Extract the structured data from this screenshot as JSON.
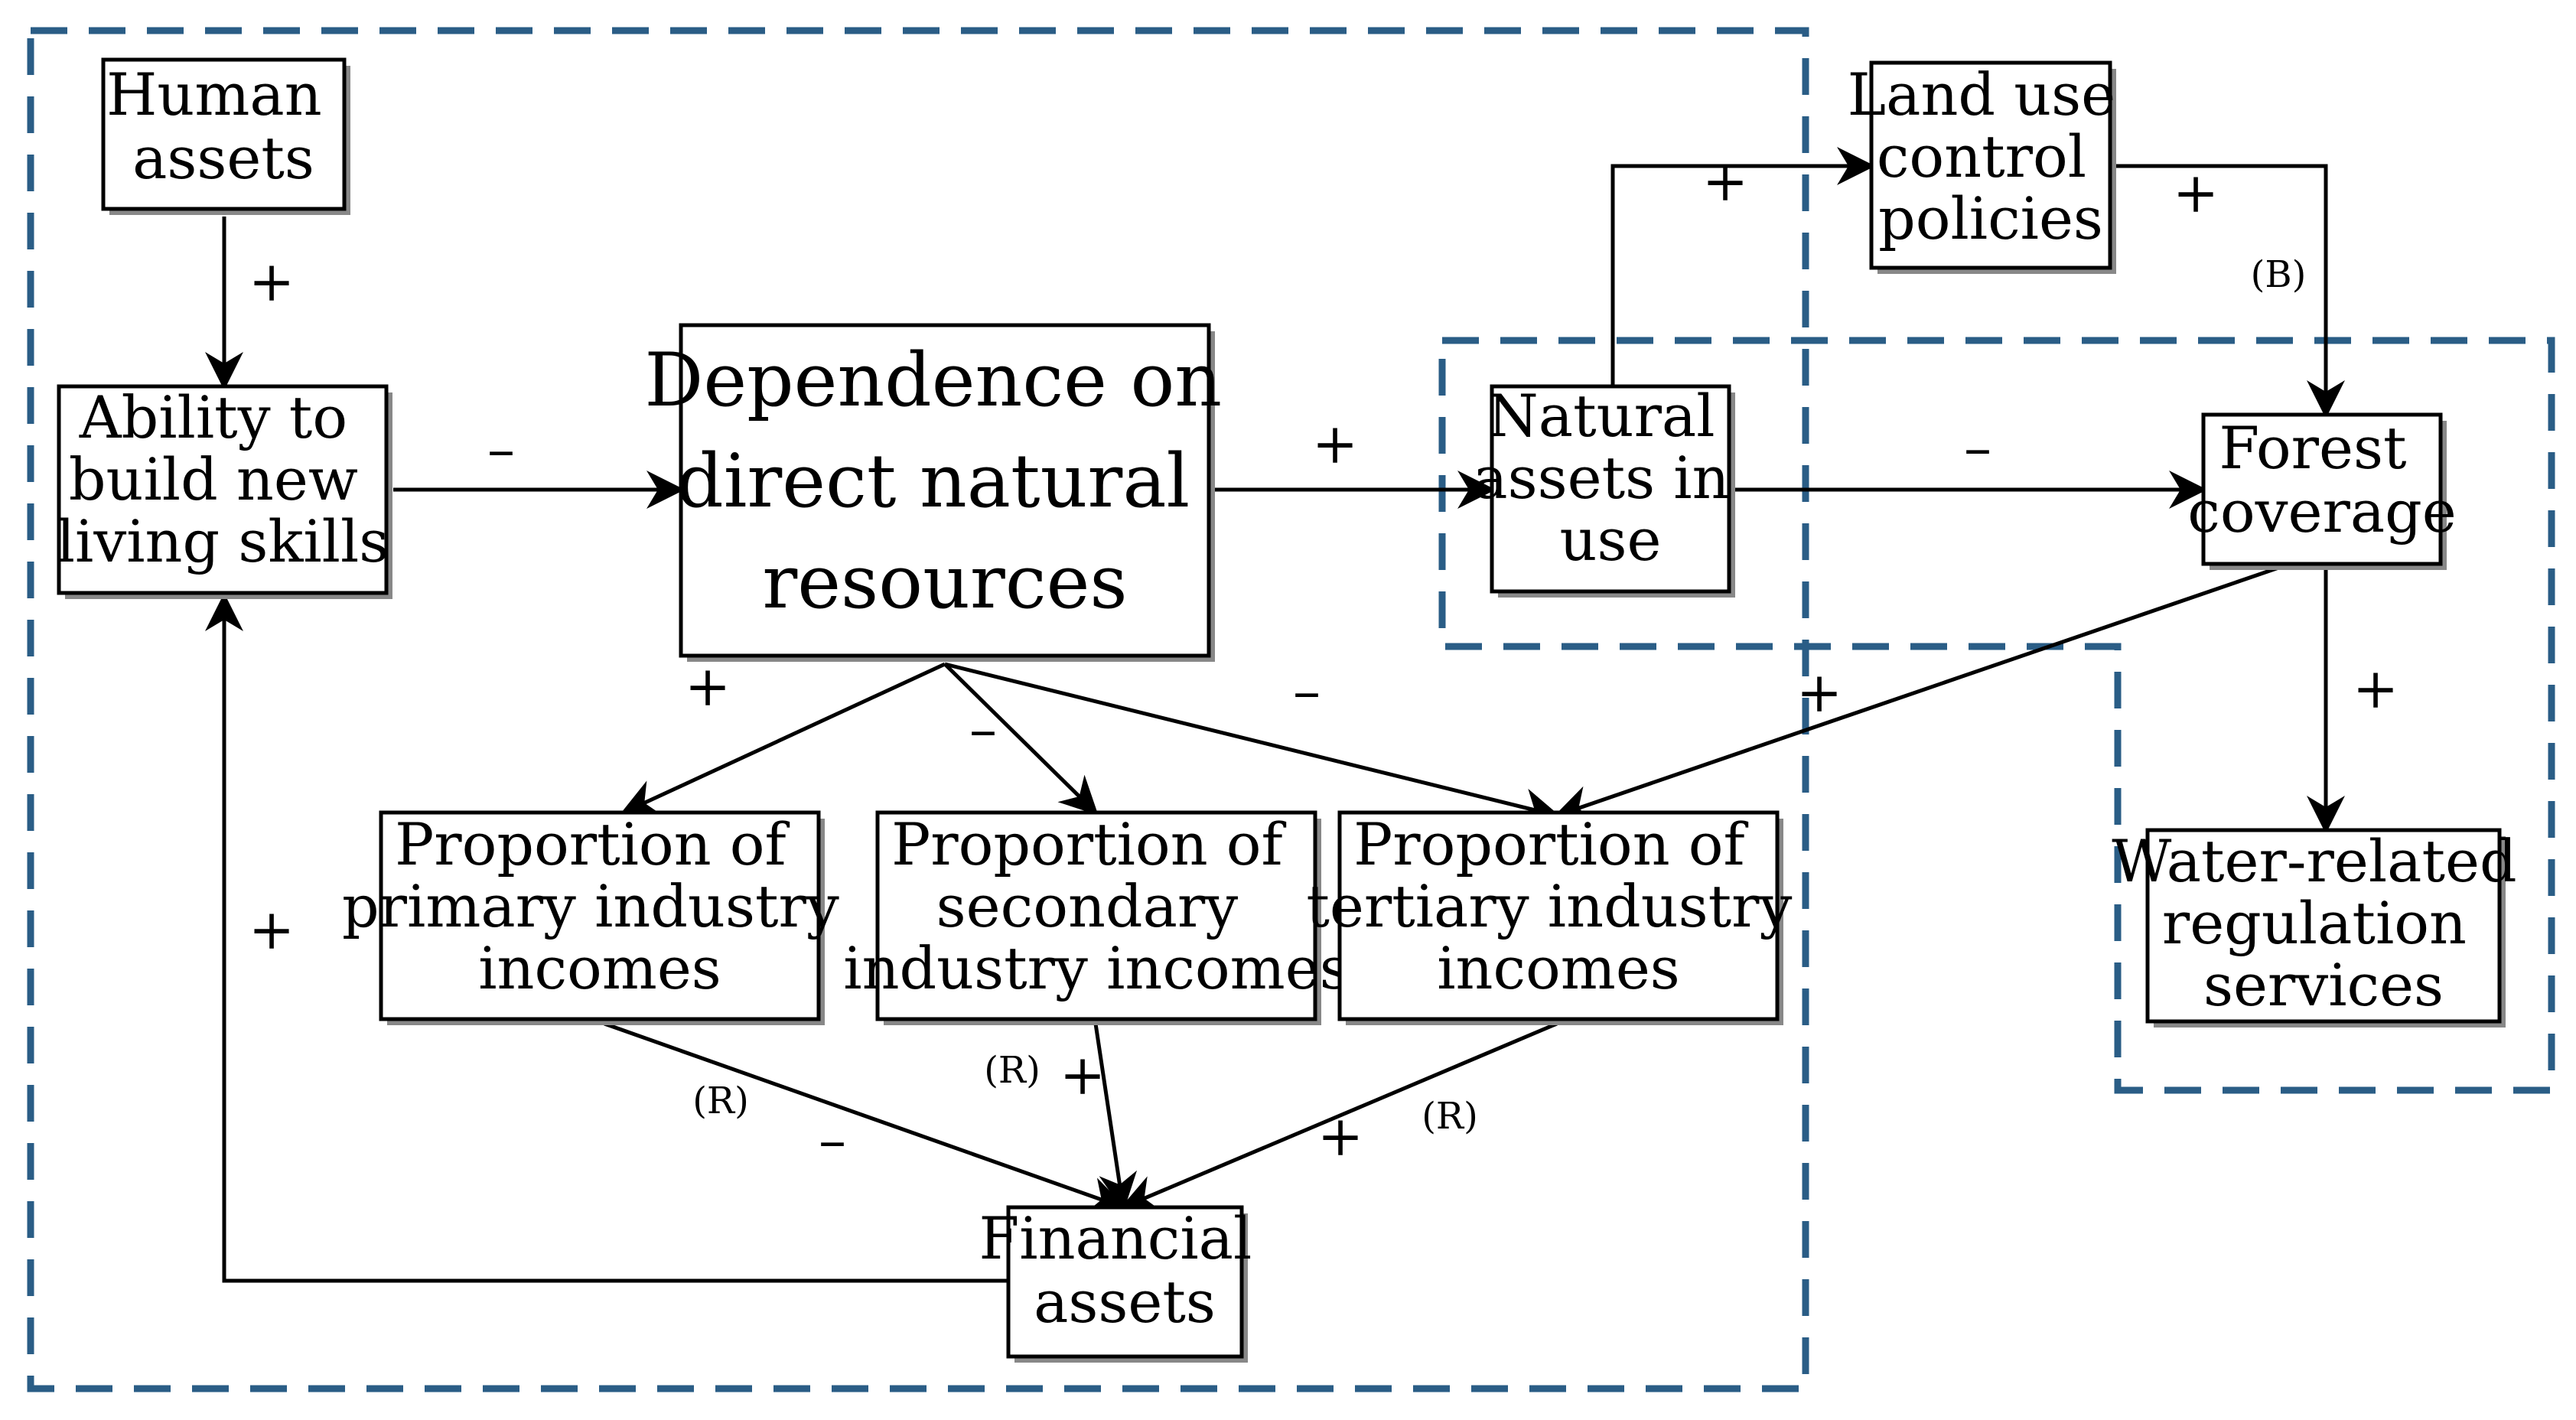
{
  "nodes": {
    "human_assets": [
      "Human",
      "assets"
    ],
    "ability": [
      "Ability to",
      "build new",
      "living skills"
    ],
    "dependence": [
      "Dependence on",
      "direct natural",
      "resources"
    ],
    "natural_assets": [
      "Natural",
      "assets in",
      "use"
    ],
    "land_use": [
      "Land use",
      "control",
      "policies"
    ],
    "forest": [
      "Forest",
      "coverage"
    ],
    "water": [
      "Water-related",
      "regulation",
      "services"
    ],
    "primary": [
      "Proportion of",
      "primary industry",
      "incomes"
    ],
    "secondary": [
      "Proportion of",
      "secondary",
      "industry incomes"
    ],
    "tertiary": [
      "Proportion of",
      "tertiary industry",
      "incomes"
    ],
    "financial": [
      "Financial",
      "assets"
    ]
  },
  "edges": [
    {
      "from": "Human assets",
      "to": "Ability to build new living skills",
      "polarity": "+"
    },
    {
      "from": "Ability to build new living skills",
      "to": "Dependence on direct natural resources",
      "polarity": "–"
    },
    {
      "from": "Dependence on direct natural resources",
      "to": "Natural assets in use",
      "polarity": "+"
    },
    {
      "from": "Natural assets in use",
      "to": "Land use control policies",
      "polarity": "+"
    },
    {
      "from": "Land use control policies",
      "to": "Forest coverage",
      "polarity": "+"
    },
    {
      "from": "Natural assets in use",
      "to": "Forest coverage",
      "polarity": "–"
    },
    {
      "from": "Forest coverage",
      "to": "Water-related regulation services",
      "polarity": "+"
    },
    {
      "from": "Forest coverage",
      "to": "Proportion of tertiary industry incomes",
      "polarity": "+"
    },
    {
      "from": "Dependence on direct natural resources",
      "to": "Proportion of primary industry incomes",
      "polarity": "+"
    },
    {
      "from": "Dependence on direct natural resources",
      "to": "Proportion of secondary industry incomes",
      "polarity": "–"
    },
    {
      "from": "Dependence on direct natural resources",
      "to": "Proportion of tertiary industry incomes",
      "polarity": "–"
    },
    {
      "from": "Proportion of primary industry incomes",
      "to": "Financial assets",
      "polarity": "–"
    },
    {
      "from": "Proportion of secondary industry incomes",
      "to": "Financial assets",
      "polarity": "+"
    },
    {
      "from": "Proportion of tertiary industry incomes",
      "to": "Financial assets",
      "polarity": "+"
    },
    {
      "from": "Financial assets",
      "to": "Ability to build new living skills",
      "polarity": "+"
    }
  ],
  "signs": {
    "human_ability": "+",
    "ability_dependence": "–",
    "dependence_natural": "+",
    "natural_landuse": "+",
    "landuse_forest": "+",
    "natural_forest": "–",
    "forest_water": "+",
    "forest_tertiary": "+",
    "dependence_primary": "+",
    "dependence_secondary": "–",
    "dependence_tertiary": "–",
    "primary_financial": "–",
    "secondary_financial": "+",
    "tertiary_financial": "+",
    "financial_ability": "+"
  },
  "loop_labels": {
    "balancing": "(B)",
    "reinforcing_primary": "(R)",
    "reinforcing_secondary": "(R)",
    "reinforcing_tertiary": "(R)"
  },
  "colors": {
    "boundary": "#2a5d86",
    "line": "#000000",
    "box_fill": "#ffffff"
  }
}
